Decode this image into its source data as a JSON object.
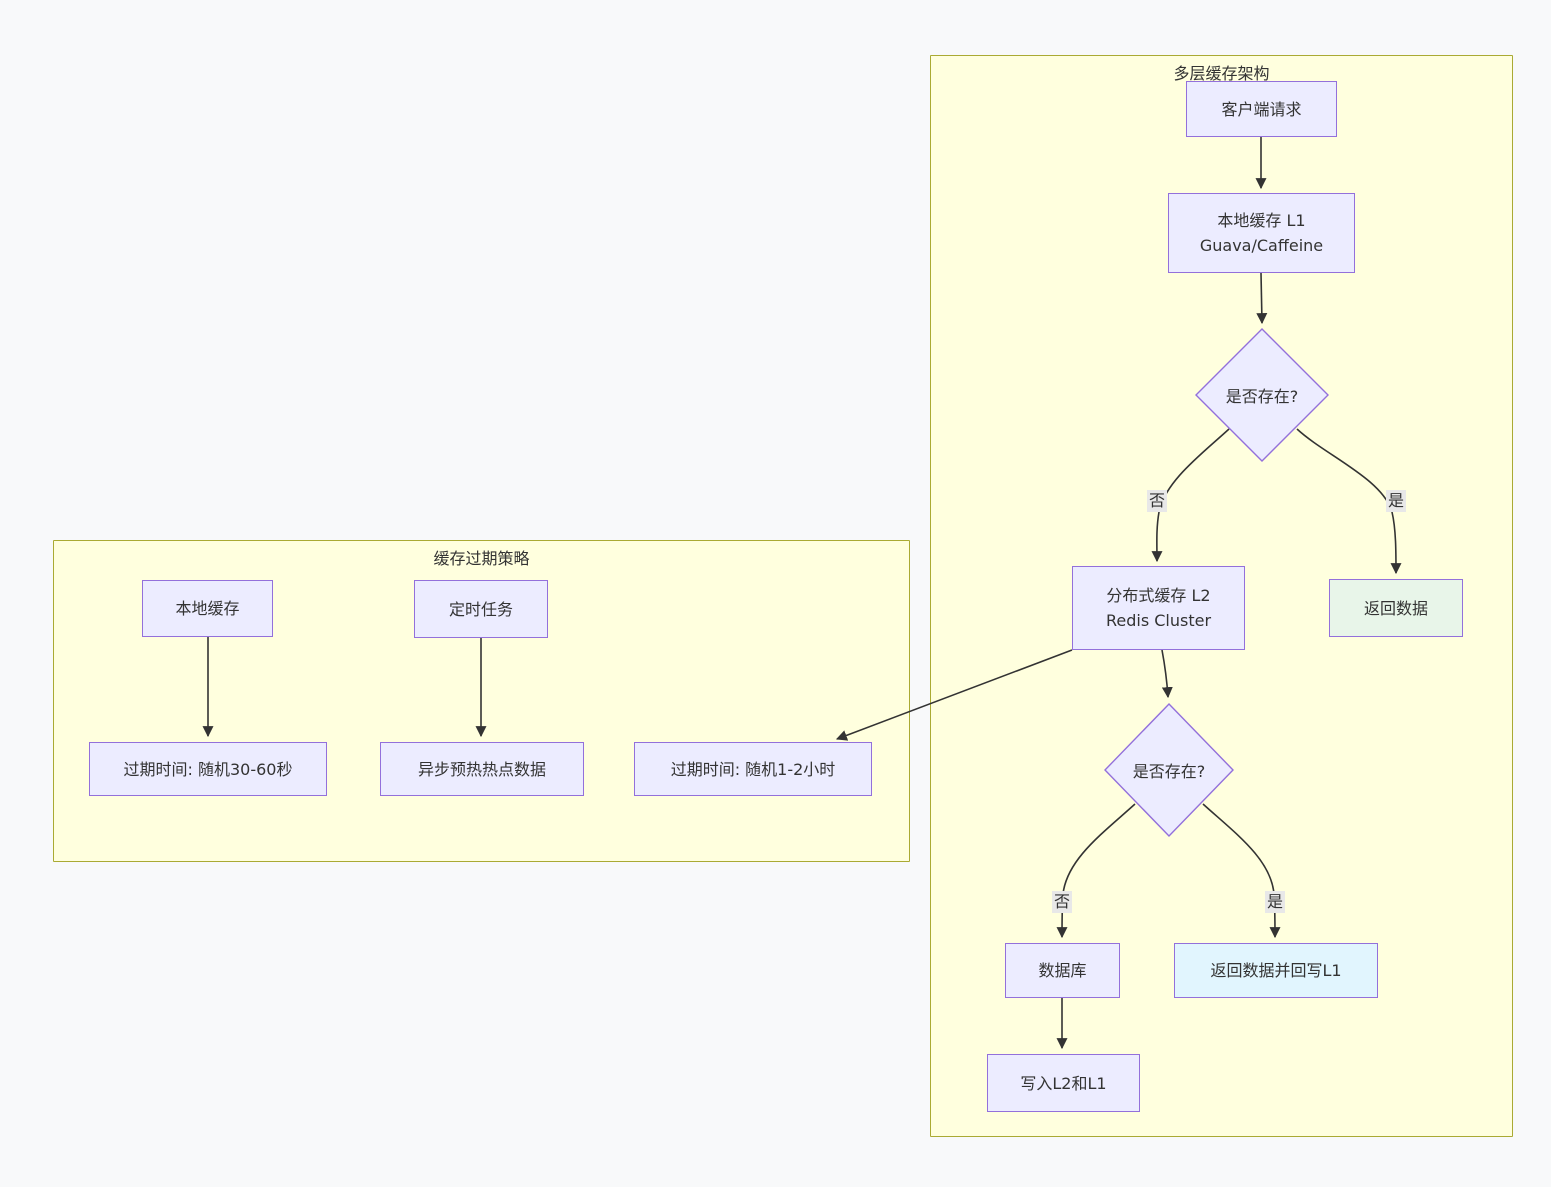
{
  "subgraphs": {
    "expiry": {
      "title": "缓存过期策略"
    },
    "arch": {
      "title": "多层缓存架构"
    }
  },
  "nodes": {
    "client": {
      "label": "客户端请求"
    },
    "l1": {
      "line1": "本地缓存 L1",
      "line2": "Guava/Caffeine"
    },
    "exists1": {
      "label": "是否存在?"
    },
    "l2": {
      "line1": "分布式缓存 L2",
      "line2": "Redis Cluster"
    },
    "return_data": {
      "label": "返回数据"
    },
    "exists2": {
      "label": "是否存在?"
    },
    "db": {
      "label": "数据库"
    },
    "return_writeback": {
      "label": "返回数据并回写L1"
    },
    "write_l2_l1": {
      "label": "写入L2和L1"
    },
    "local_cache": {
      "label": "本地缓存"
    },
    "timer": {
      "label": "定时任务"
    },
    "expire_30_60": {
      "label": "过期时间: 随机30-60秒"
    },
    "preheat": {
      "label": "异步预热热点数据"
    },
    "expire_1_2h": {
      "label": "过期时间: 随机1-2小时"
    }
  },
  "edge_labels": {
    "no1": "否",
    "yes1": "是",
    "no2": "否",
    "yes2": "是"
  },
  "colors": {
    "page_background": "#f8f9fa",
    "subgraph_fill": "#ffffde",
    "subgraph_border": "#aaaa33",
    "node_fill": "#ececff",
    "node_border": "#9370db",
    "return_data_fill": "#e8f5e9",
    "return_writeback_fill": "#e1f5fe",
    "edge_stroke": "#333333",
    "edge_label_background": "#e8e8e8"
  }
}
